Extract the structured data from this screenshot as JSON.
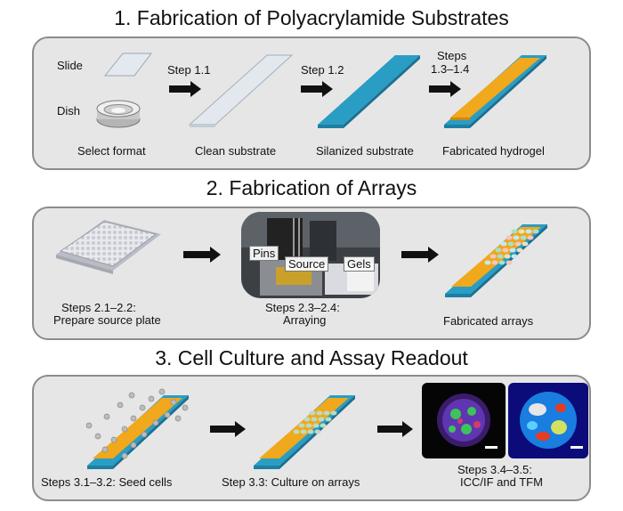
{
  "sections": [
    {
      "title": "1. Fabrication of Polyacrylamide Substrates",
      "labels": {
        "slide": "Slide",
        "dish": "Dish",
        "select_format": "Select format",
        "step_1_1": "Step 1.1",
        "clean_substrate": "Clean substrate",
        "step_1_2": "Step 1.2",
        "silanized_substrate": "Silanized substrate",
        "steps_1_3_line1": "Steps",
        "steps_1_3_line2": "1.3–1.4",
        "fabricated_hydrogel": "Fabricated hydrogel"
      }
    },
    {
      "title": "2. Fabrication of Arrays",
      "labels": {
        "steps_2_1_line1": "Steps 2.1–2.2:",
        "steps_2_1_line2": "Prepare source plate",
        "steps_2_3_line1": "Steps 2.3–2.4:",
        "steps_2_3_line2": "Arraying",
        "pins": "Pins",
        "source": "Source",
        "gels": "Gels",
        "fabricated_arrays": "Fabricated arrays"
      }
    },
    {
      "title": "3. Cell Culture and Assay Readout",
      "labels": {
        "steps_3_1": "Steps 3.1–3.2: Seed cells",
        "steps_3_3": "Step 3.3: Culture on arrays",
        "steps_3_4_line1": "Steps 3.4–3.5:",
        "steps_3_4_line2": "ICC/IF and TFM"
      }
    }
  ],
  "colors": {
    "panel_bg": "#e6e6e6",
    "panel_border": "#8c8c8c",
    "glass": "#dfe7ee",
    "silanized_blue": "#2a9dc4",
    "hydrogel_orange": "#f0a81c",
    "arrow": "#111111"
  }
}
